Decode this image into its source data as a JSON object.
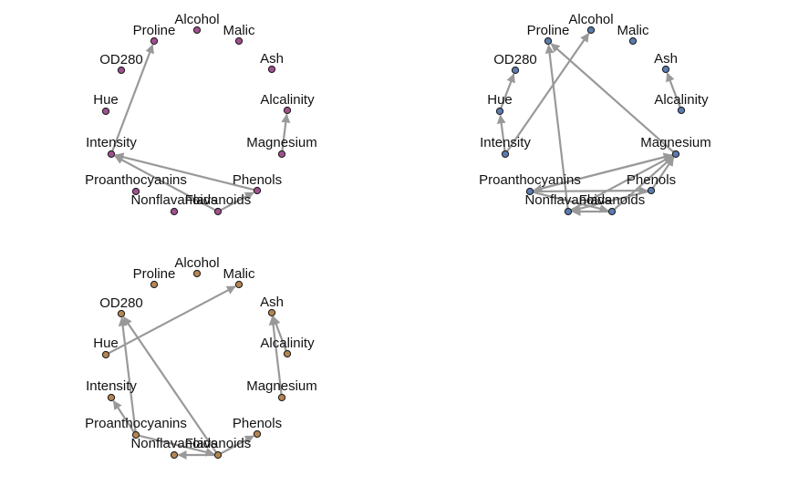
{
  "colors": {
    "edge": "#999999",
    "node_outline": "#222222",
    "text": "#111111",
    "panel_1_node": "#a0508f",
    "panel_2_node": "#5b7cb0",
    "panel_3_node": "#b58652"
  },
  "nodes": [
    "Alcohol",
    "Malic",
    "Ash",
    "Alcalinity",
    "Magnesium",
    "Phenols",
    "Flavanoids",
    "Nonflavanoids",
    "Proanthocyanins",
    "Intensity",
    "Hue",
    "OD280",
    "Proline"
  ],
  "panels": [
    {
      "node_color": "#a0508f",
      "edges": [
        [
          "Intensity",
          "Proline"
        ],
        [
          "Phenols",
          "Intensity"
        ],
        [
          "Flavanoids",
          "Intensity"
        ],
        [
          "Flavanoids",
          "Phenols"
        ],
        [
          "Magnesium",
          "Alcalinity"
        ]
      ]
    },
    {
      "node_color": "#5b7cb0",
      "edges": [
        [
          "Intensity",
          "Alcohol"
        ],
        [
          "Intensity",
          "Hue"
        ],
        [
          "Hue",
          "OD280"
        ],
        [
          "Alcalinity",
          "Ash"
        ],
        [
          "Magnesium",
          "Proline"
        ],
        [
          "Nonflavanoids",
          "Proline"
        ],
        [
          "Proanthocyanins",
          "Magnesium"
        ],
        [
          "Magnesium",
          "Proanthocyanins"
        ],
        [
          "Nonflavanoids",
          "Magnesium"
        ],
        [
          "Flavanoids",
          "Magnesium"
        ],
        [
          "Phenols",
          "Magnesium"
        ],
        [
          "Proanthocyanins",
          "Phenols"
        ],
        [
          "Proanthocyanins",
          "Flavanoids"
        ],
        [
          "Flavanoids",
          "Nonflavanoids"
        ],
        [
          "Phenols",
          "Nonflavanoids"
        ]
      ]
    },
    {
      "node_color": "#b58652",
      "edges": [
        [
          "Hue",
          "Malic"
        ],
        [
          "Proanthocyanins",
          "OD280"
        ],
        [
          "Flavanoids",
          "OD280"
        ],
        [
          "Magnesium",
          "Ash"
        ],
        [
          "Alcalinity",
          "Ash"
        ],
        [
          "Proanthocyanins",
          "Intensity"
        ],
        [
          "Flavanoids",
          "Phenols"
        ],
        [
          "Flavanoids",
          "Nonflavanoids"
        ],
        [
          "Proanthocyanins",
          "Flavanoids"
        ]
      ]
    }
  ]
}
